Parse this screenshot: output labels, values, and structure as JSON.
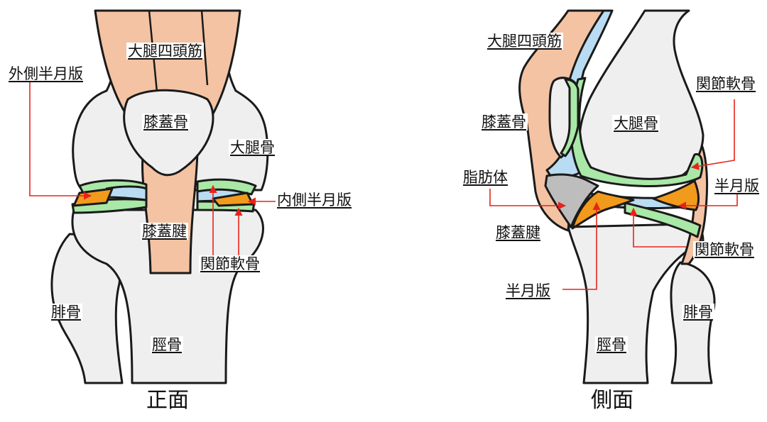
{
  "colors": {
    "bone": "#efefef",
    "outline": "#1a1a1a",
    "muscle": "#f4c3a3",
    "cartilage": "#a9e8a6",
    "synovial": "#b9dcf3",
    "meniscus": "#f29a1c",
    "fat_pad": "#bdbdbd",
    "pointer": "#e8231b"
  },
  "front_view": {
    "caption": "正面",
    "labels": {
      "quadriceps": "大腿四頭筋",
      "lateral_meniscus": "外側半月版",
      "patella": "膝蓋骨",
      "femur": "大腿骨",
      "medial_meniscus": "内側半月版",
      "patellar_tendon": "膝蓋腱",
      "articular_cartilage": "関節軟骨",
      "fibula": "腓骨",
      "tibia": "脛骨"
    }
  },
  "side_view": {
    "caption": "側面",
    "labels": {
      "quadriceps": "大腿四頭筋",
      "articular_cartilage_top": "関節軟骨",
      "patella": "膝蓋骨",
      "femur": "大腿骨",
      "fat_pad": "脂肪体",
      "meniscus_right": "半月版",
      "patellar_tendon": "膝蓋腱",
      "articular_cartilage_bottom": "関節軟骨",
      "meniscus_bottom": "半月版",
      "fibula": "腓骨",
      "tibia": "脛骨"
    }
  }
}
